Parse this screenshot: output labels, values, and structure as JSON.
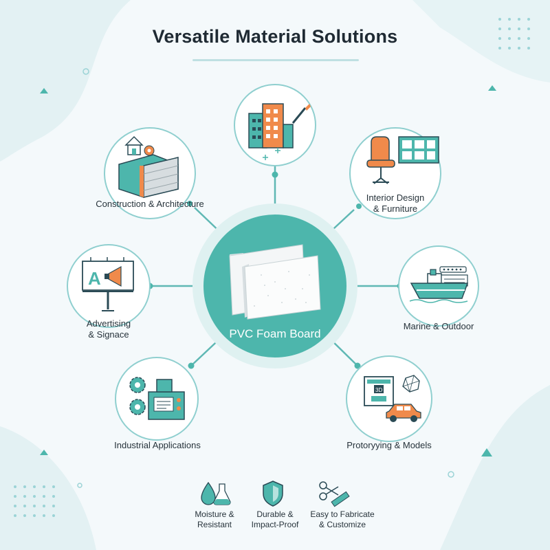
{
  "title": "Versatile Material Solutions",
  "center": {
    "label": "PVC Foam Board"
  },
  "applications": [
    {
      "label": "Construction & Architecture",
      "icon": "house-brick-wall-icon"
    },
    {
      "label": "",
      "icon": "building-paintbrush-icon"
    },
    {
      "label": "Interior Design\n& Furniture",
      "icon": "chair-cabinet-icon"
    },
    {
      "label": "Advertising\n& Signace",
      "icon": "billboard-megaphone-icon"
    },
    {
      "label": "Marine & Outdoor",
      "icon": "ship-icon"
    },
    {
      "label": "Industrial Applications",
      "icon": "gears-machine-icon"
    },
    {
      "label": "Protoryying & Models",
      "icon": "3d-printer-car-icon"
    }
  ],
  "features": [
    {
      "label": "Moisture &\nResistant",
      "icon": "water-drop-flask-icon"
    },
    {
      "label": "Durable &\nImpact-Proof",
      "icon": "shield-icon"
    },
    {
      "label": "Easy to Fabricate\n& Customize",
      "icon": "scissors-ruler-icon"
    }
  ],
  "colors": {
    "teal": "#4db6ac",
    "orange": "#f08a4b",
    "dark": "#2a4a55",
    "ring": "#8fcfcf"
  }
}
